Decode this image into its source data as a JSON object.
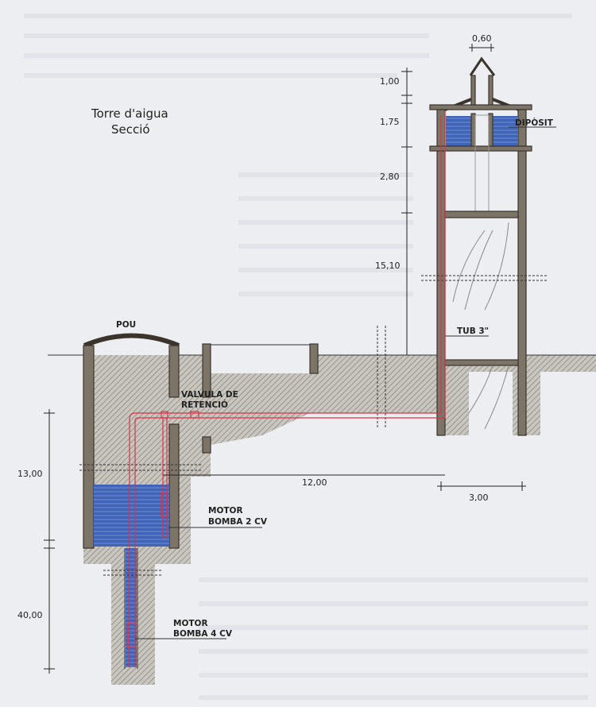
{
  "title": {
    "line1": "Torre d'aigua",
    "line2": "Secció"
  },
  "dimensions": {
    "lantern_width": "0,60",
    "lantern_height": "1,00",
    "tank_height": "1,75",
    "upper_room_height": "2,80",
    "tower_height": "15,10",
    "well_depth": "13,00",
    "borehole_depth": "40,00",
    "horizontal_distance": "12,00",
    "tower_width": "3,00"
  },
  "labels": {
    "tank": "DIPÒSIT",
    "well": "POU",
    "pipe": "TUB 3\"",
    "valve_line1": "VALVULA DE",
    "valve_line2": "RETENCIÓ",
    "motor1_line1": "MOTOR",
    "motor1_line2": "BOMBA 2 CV",
    "motor2_line1": "MOTOR",
    "motor2_line2": "BOMBA 4 CV"
  },
  "colors": {
    "water": "#3f64b8",
    "pipe": "#d8344a",
    "wall": "#7d7468"
  }
}
